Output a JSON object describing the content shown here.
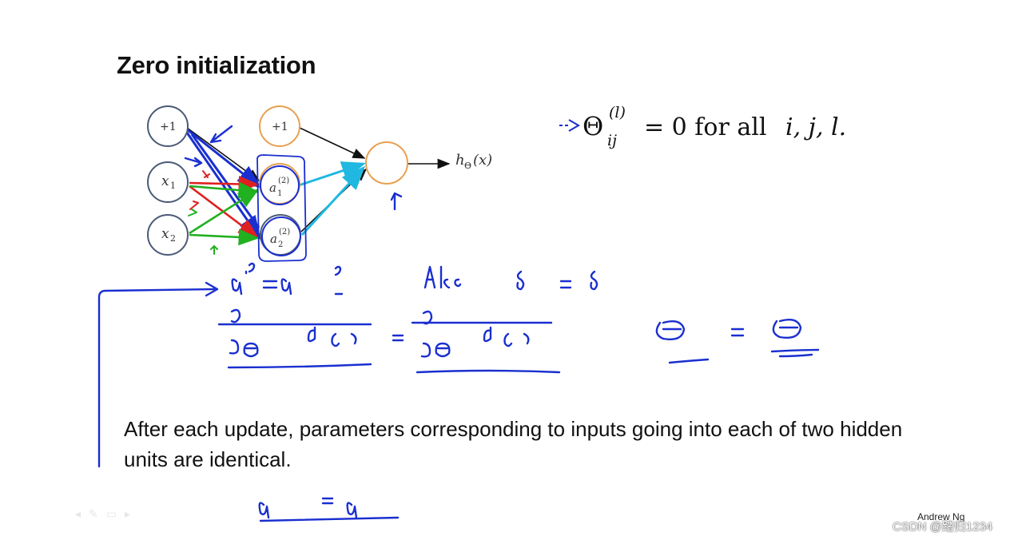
{
  "slide": {
    "title": "Zero initialization",
    "body_text": "After each update, parameters corresponding to inputs going into each of two hidden units are identical.",
    "author": "Andrew Ng"
  },
  "network": {
    "input_bias": "+1",
    "input_x1": "x",
    "input_x1_sub": "1",
    "input_x2": "x",
    "input_x2_sub": "2",
    "hidden_bias": "+1",
    "hidden_a1": "a",
    "hidden_a1_sub": "1",
    "hidden_a1_sup": "(2)",
    "hidden_a2": "a",
    "hidden_a2_sub": "2",
    "hidden_a2_sup": "(2)",
    "output_label": "h",
    "output_label_sub": "Θ",
    "output_label_arg": "(x)"
  },
  "equation": {
    "theta": "Θ",
    "superscript": "(l)",
    "subscript": "ij",
    "rest": "= 0 for all",
    "vars": "i, j, l."
  },
  "watermark": "CSDN @踏归1234",
  "colors": {
    "ink_blue": "#1a2fd0",
    "node_gray": "#4a5a78",
    "node_orange": "#e8a050",
    "edge_black": "#111111",
    "edge_red": "#e02020",
    "edge_green": "#20b020",
    "edge_cyan": "#20b8e0"
  }
}
